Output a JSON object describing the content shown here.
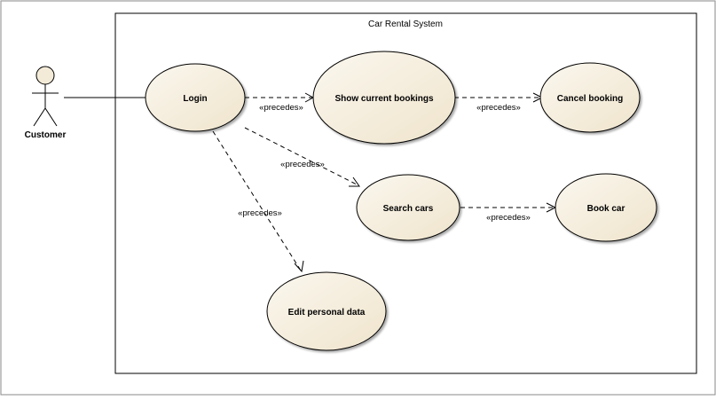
{
  "diagram": {
    "system_title": "Car Rental System",
    "actor": {
      "name": "Customer"
    },
    "use_cases": [
      {
        "id": "login",
        "label": "Login"
      },
      {
        "id": "show_bookings",
        "label": "Show current bookings"
      },
      {
        "id": "cancel_booking",
        "label": "Cancel booking"
      },
      {
        "id": "search_cars",
        "label": "Search cars"
      },
      {
        "id": "book_car",
        "label": "Book car"
      },
      {
        "id": "edit_personal",
        "label": "Edit personal data"
      }
    ],
    "relations": [
      {
        "from": "login",
        "to": "show_bookings",
        "label": "«precedes»"
      },
      {
        "from": "show_bookings",
        "to": "cancel_booking",
        "label": "«precedes»"
      },
      {
        "from": "login",
        "to": "search_cars",
        "label": "«precedes»"
      },
      {
        "from": "search_cars",
        "to": "book_car",
        "label": "«precedes»"
      },
      {
        "from": "login",
        "to": "edit_personal",
        "label": "«precedes»"
      }
    ],
    "colors": {
      "use_case_fill": "#f5eedd",
      "stroke": "#000000",
      "page_border": "#7a7a7a"
    }
  }
}
